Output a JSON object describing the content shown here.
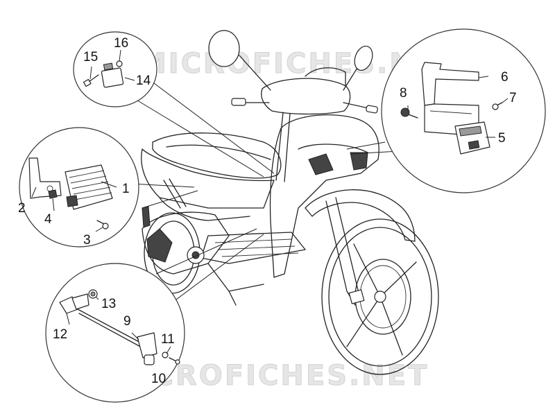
{
  "watermark": {
    "top": "MICROFICHES.NET",
    "bottom": "MICROFICHES.NET"
  },
  "callouts": [
    {
      "id": "1",
      "label": "1"
    },
    {
      "id": "2",
      "label": "2"
    },
    {
      "id": "3",
      "label": "3"
    },
    {
      "id": "4",
      "label": "4"
    },
    {
      "id": "5",
      "label": "5"
    },
    {
      "id": "6",
      "label": "6"
    },
    {
      "id": "7",
      "label": "7"
    },
    {
      "id": "8",
      "label": "8"
    },
    {
      "id": "9",
      "label": "9"
    },
    {
      "id": "10",
      "label": "10"
    },
    {
      "id": "11",
      "label": "11"
    },
    {
      "id": "12",
      "label": "12"
    },
    {
      "id": "13",
      "label": "13"
    },
    {
      "id": "14",
      "label": "14"
    },
    {
      "id": "15",
      "label": "15"
    },
    {
      "id": "16",
      "label": "16"
    }
  ]
}
